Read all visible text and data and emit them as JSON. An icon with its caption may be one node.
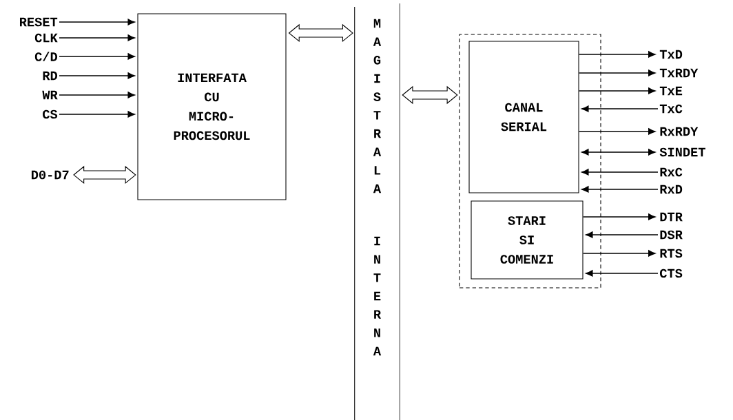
{
  "diagram": {
    "nodes": [
      {
        "text": [
          "INTERFATA CU MICRO- PROCESORUL"
        ]
      },
      {
        "text": [
          "MAGISTRALA",
          "INTERNA"
        ]
      },
      {
        "text": [],
        "shape": "box"
      },
      {
        "text": [
          "CANAL SERIAL"
        ],
        "in": 2
      },
      {
        "text": [
          "STARI SI COMENZI"
        ],
        "in": 2
      },
      {
        "text": [
          "RESET"
        ]
      },
      {
        "text": [
          "CLK"
        ]
      },
      {
        "text": [
          "C/D"
        ]
      },
      {
        "text": [
          "RD"
        ]
      },
      {
        "text": [
          "WR"
        ]
      },
      {
        "text": [
          "CS"
        ]
      },
      {
        "text": [
          "D0-D7"
        ]
      },
      {
        "text": [
          "TxD"
        ]
      },
      {
        "text": [
          "TxRDY"
        ]
      },
      {
        "text": [
          "TxE"
        ]
      },
      {
        "text": [
          "TxC"
        ]
      },
      {
        "text": [
          "RxRDY"
        ]
      },
      {
        "text": [
          "SINDET"
        ]
      },
      {
        "text": [
          "RxC"
        ]
      },
      {
        "text": [
          "RxD"
        ]
      },
      {
        "text": [
          "DTR"
        ]
      },
      {
        "text": [
          "DSR"
        ]
      },
      {
        "text": [
          "RTS"
        ]
      },
      {
        "text": [
          "CTS"
        ]
      }
    ],
    "edges": [
      {
        "from": 5,
        "to": 0,
        "arrow": "to"
      },
      {
        "from": 6,
        "to": 0,
        "arrow": "to"
      },
      {
        "from": 7,
        "to": 0,
        "arrow": "to"
      },
      {
        "from": 8,
        "to": 0,
        "arrow": "to"
      },
      {
        "from": 9,
        "to": 0,
        "arrow": "to"
      },
      {
        "from": 10,
        "to": 0,
        "arrow": "to"
      },
      {
        "from": 11,
        "to": 0,
        "arrow": "both",
        "style": "thick"
      },
      {
        "from": 0,
        "to": 1,
        "arrow": "both",
        "style": "thick"
      },
      {
        "from": 1,
        "to": 2,
        "arrow": "both",
        "style": "thick"
      },
      {
        "from": 3,
        "to": 12,
        "arrow": "to"
      },
      {
        "from": 3,
        "to": 13,
        "arrow": "to"
      },
      {
        "from": 3,
        "to": 14,
        "arrow": "to"
      },
      {
        "from": 15,
        "to": 3,
        "arrow": "to"
      },
      {
        "from": 3,
        "to": 16,
        "arrow": "to"
      },
      {
        "from": 3,
        "to": 17,
        "arrow": "both"
      },
      {
        "from": 18,
        "to": 3,
        "arrow": "to"
      },
      {
        "from": 19,
        "to": 3,
        "arrow": "to"
      },
      {
        "from": 4,
        "to": 20,
        "arrow": "to"
      },
      {
        "from": 21,
        "to": 4,
        "arrow": "to"
      },
      {
        "from": 4,
        "to": 22,
        "arrow": "to"
      },
      {
        "from": 23,
        "to": 4,
        "arrow": "to"
      }
    ]
  }
}
